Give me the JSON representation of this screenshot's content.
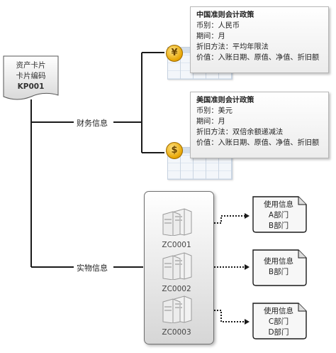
{
  "card": {
    "line1": "资产卡片",
    "line2": "卡片编码",
    "code": "KP001"
  },
  "branches": {
    "finance": "财务信息",
    "physical": "实物信息"
  },
  "policies": [
    {
      "title": "中国准则会计政策",
      "currency": "币别：人民币",
      "period": "期间：月",
      "depreciation": "折旧方法：平均年限法",
      "value": "价值：入账日期、原值、净值、折旧额",
      "coin_symbol": "¥"
    },
    {
      "title": "美国准则会计政策",
      "currency": "币别：美元",
      "period": "期间：月",
      "depreciation": "折旧方法：双倍余额递减法",
      "value": "价值：入账日期、原值、净值、折旧额",
      "coin_symbol": "$"
    }
  ],
  "assets": [
    {
      "code": "ZC0001",
      "usage_title": "使用信息",
      "departments": [
        "A部门",
        "B部门"
      ]
    },
    {
      "code": "ZC0002",
      "usage_title": "使用信息",
      "departments": [
        "B部门"
      ]
    },
    {
      "code": "ZC0003",
      "usage_title": "使用信息",
      "departments": [
        "C部门",
        "D部门"
      ]
    }
  ]
}
